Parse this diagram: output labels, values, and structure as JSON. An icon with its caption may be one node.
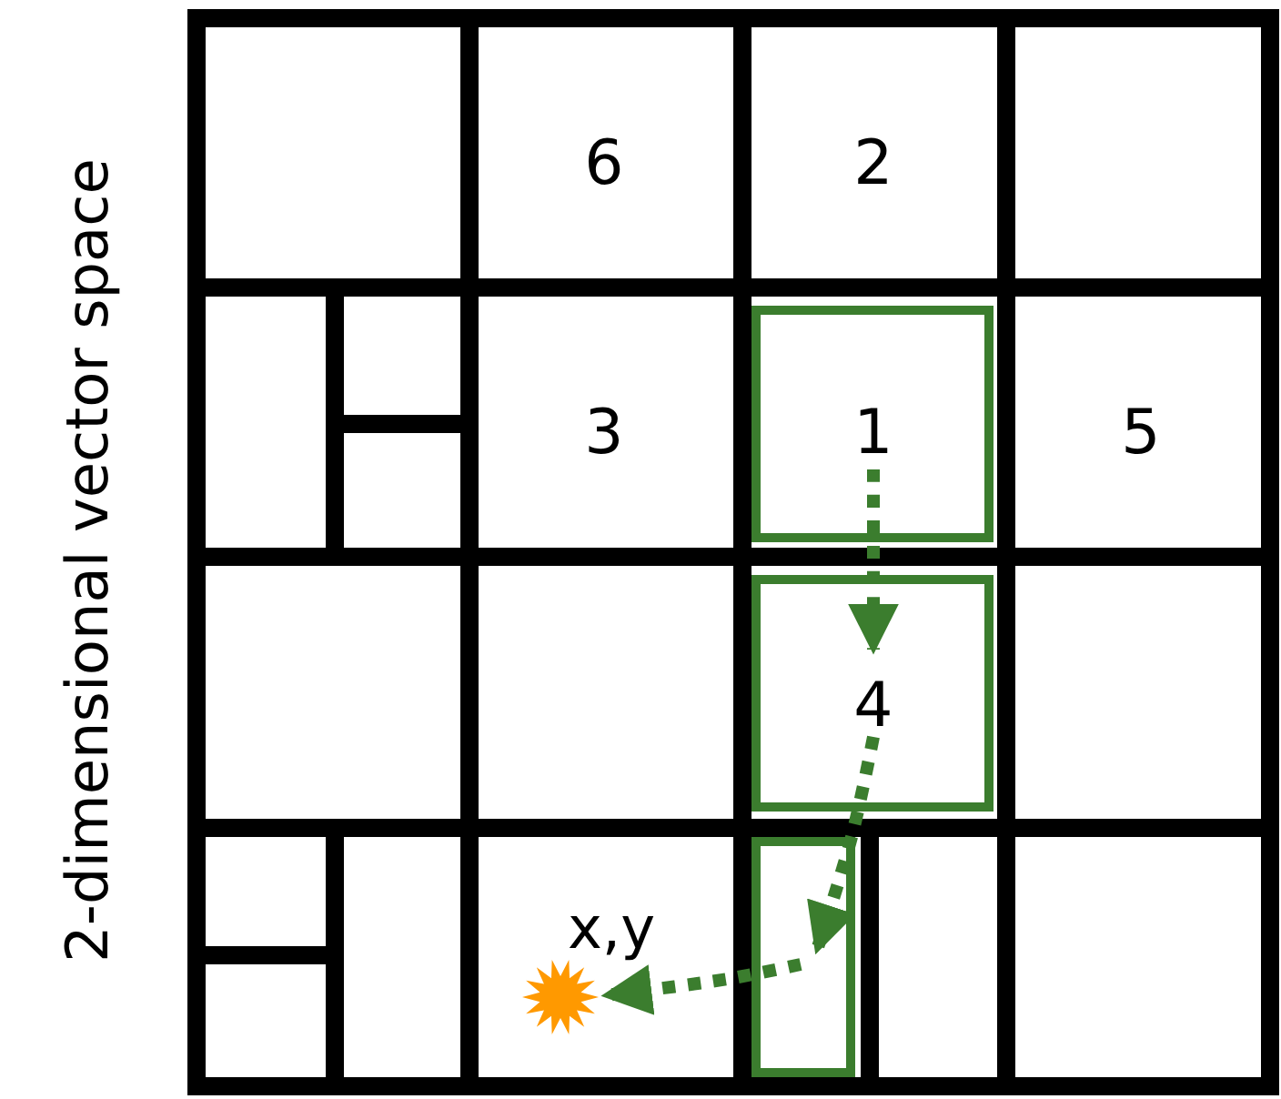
{
  "diagram": {
    "nodes": [
      {
        "text": [
          "6"
        ]
      },
      {
        "text": [
          "2"
        ]
      },
      {
        "text": [
          "3"
        ]
      },
      {
        "text": [
          "1"
        ]
      },
      {
        "text": [
          "5"
        ]
      },
      {
        "text": [
          "4"
        ]
      },
      {
        "text": [],
        "shape": "box"
      },
      {
        "text": [],
        "shape": "star",
        "beside": [
          "x,y"
        ]
      }
    ],
    "edges": [
      {
        "from": 3,
        "to": 5,
        "arrow": "to",
        "style": "dashed"
      },
      {
        "from": 5,
        "to": 6,
        "arrow": "to",
        "style": "dashed"
      },
      {
        "from": 6,
        "to": 7,
        "arrow": "to",
        "style": "dashed"
      }
    ],
    "labels": [
      "2-dimensional vector space"
    ]
  }
}
